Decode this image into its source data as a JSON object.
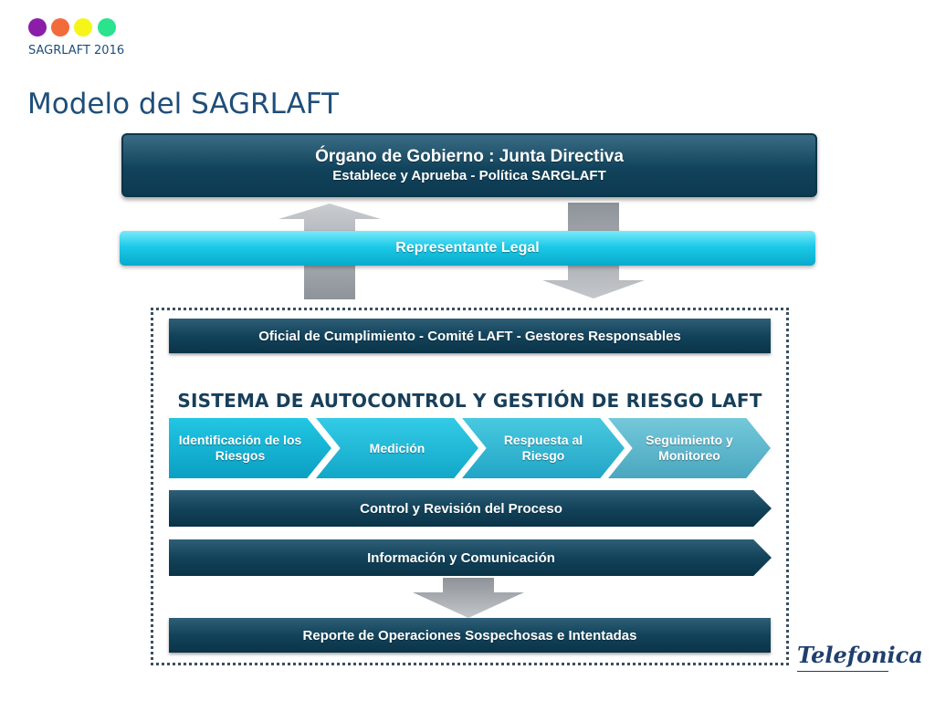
{
  "header": {
    "dots": [
      {
        "name": "purple-dot",
        "color": "#8b1ea8"
      },
      {
        "name": "orange-dot",
        "color": "#f26b3a"
      },
      {
        "name": "yellow-dot",
        "color": "#f5f51a"
      },
      {
        "name": "green-dot",
        "color": "#29e38d"
      }
    ],
    "brand": "SAGRLAFT 2016",
    "title": "Modelo del SAGRLAFT"
  },
  "diagram": {
    "organo_line1": "Órgano de Gobierno : Junta Directiva",
    "organo_line2": "Establece y Aprueba  - Política SARGLAFT",
    "representante": "Representante  Legal",
    "oficial": "Oficial  de Cumplimiento    -  Comité  LAFT  -  Gestores  Responsables",
    "sistema": "SISTEMA DE AUTOCONTROL Y GESTIÓN DE RIESGO LAFT",
    "steps": [
      {
        "label": "Identificación  de los Riesgos",
        "color_top": "#22c6e3",
        "color_bottom": "#0a9fc3"
      },
      {
        "label": "Medición",
        "color_top": "#33cbe6",
        "color_bottom": "#12a7c9"
      },
      {
        "label": "Respuesta  al Riesgo",
        "color_top": "#49c9e0",
        "color_bottom": "#22a5c6"
      },
      {
        "label": "Seguimiento  y Monitoreo",
        "color_top": "#74c8da",
        "color_bottom": "#4aa7bf"
      }
    ],
    "control": "Control  y Revisión  del Proceso",
    "informacion": "Información  y Comunicación",
    "reporte": "Reporte  de Operaciones  Sospechosas  e Intentadas"
  },
  "logo": "Telefonica"
}
